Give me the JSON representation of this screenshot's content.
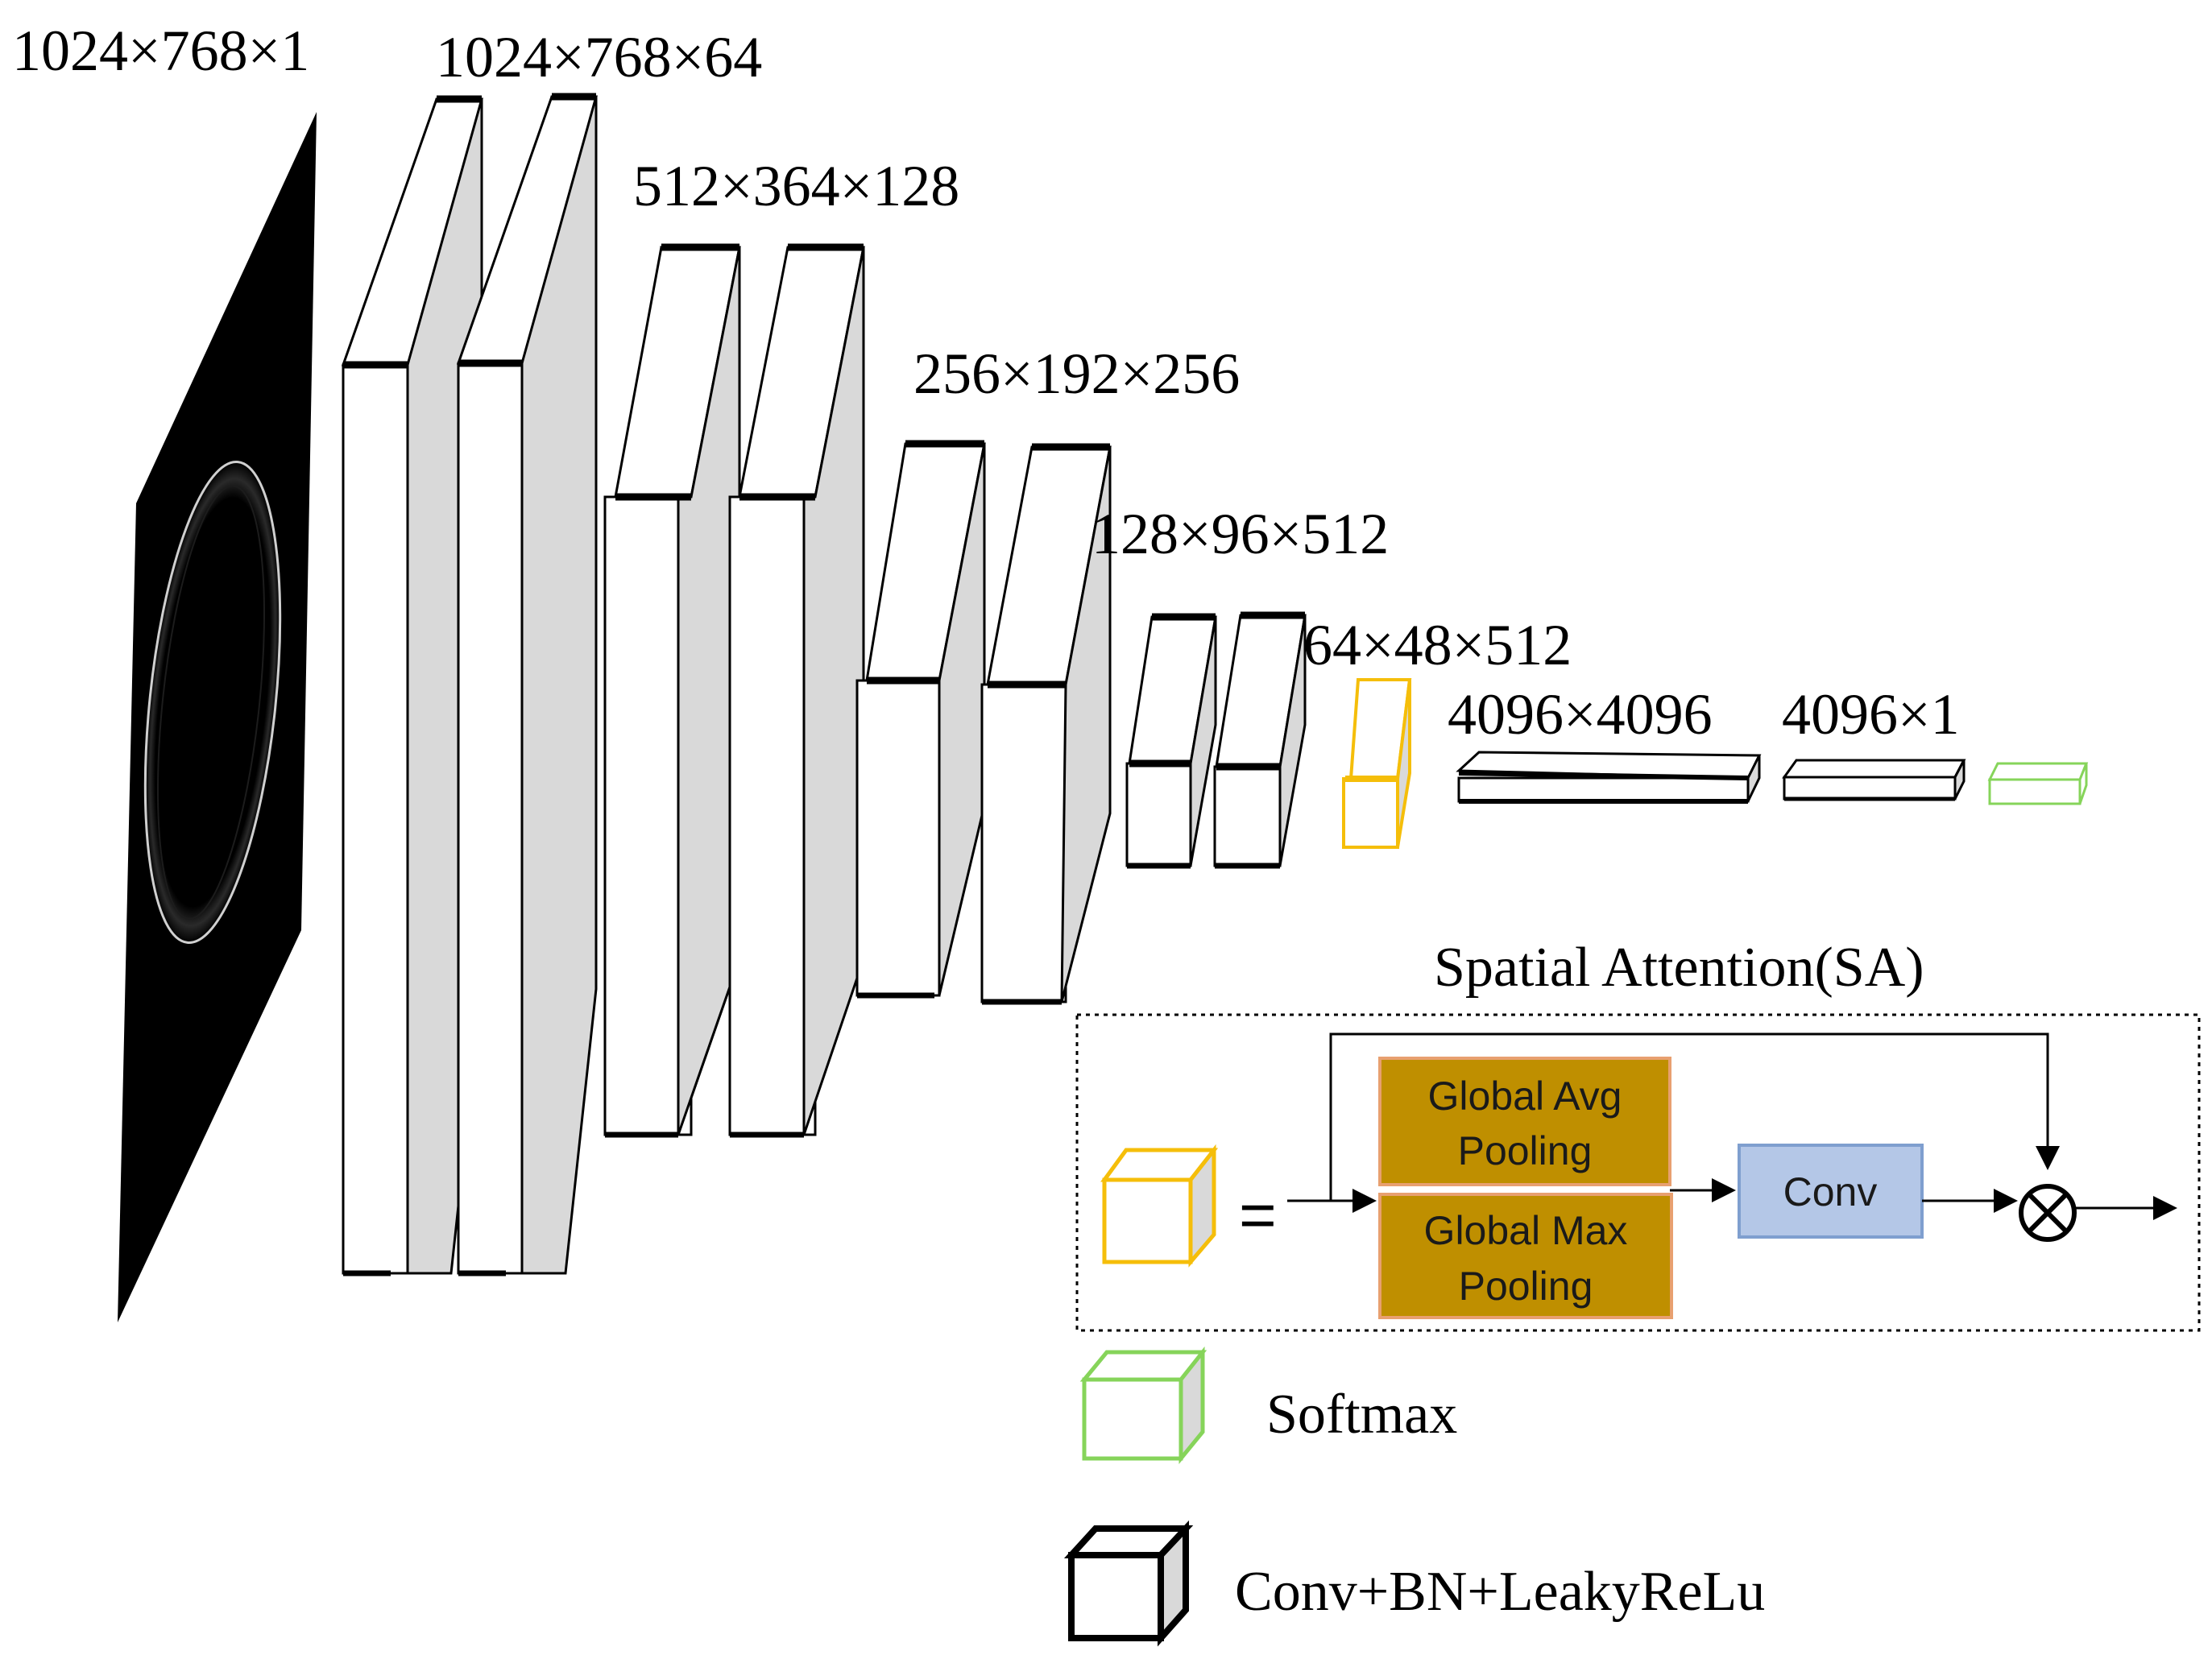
{
  "dimension_labels": {
    "input": "1024×768×1",
    "conv1": "1024×768×64",
    "conv2": "512×364×128",
    "conv3": "256×192×256",
    "conv4": "128×96×512",
    "conv5": "64×48×512",
    "fc1": "4096×4096",
    "fc2": "4096×1"
  },
  "spatial_attention": {
    "title": "Spatial Attention(SA)",
    "avg_pool_line1": "Global Avg",
    "avg_pool_line2": "Pooling",
    "max_pool_line1": "Global Max",
    "max_pool_line2": "Pooling",
    "conv": "Conv",
    "equals": "=",
    "multiply_symbol": "⊗"
  },
  "legend": {
    "softmax": "Softmax",
    "conv_block": "Conv+BN+LeakyReLu"
  },
  "colors": {
    "attention_block": "#F5BE0A",
    "softmax_block": "#86D45A",
    "pooling_fill": "#BF8F00",
    "pooling_border": "#E8A070",
    "conv_fill": "#B4C7E7",
    "conv_border": "#7F9FCF",
    "side_face": "#D9D9D9",
    "input_image": "#000000"
  }
}
